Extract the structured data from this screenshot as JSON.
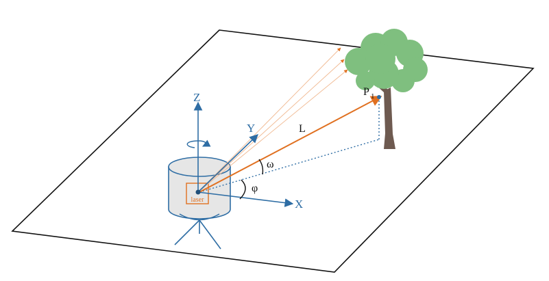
{
  "axes": {
    "z": "Z",
    "y": "Y",
    "x": "X"
  },
  "labels": {
    "distance": "L",
    "point": "P",
    "point_sub": "1",
    "elevation_angle": "ω",
    "azimuth_angle": "φ",
    "laser": "laser"
  },
  "colors": {
    "axis": "#2e6da4",
    "beam": "#e07020",
    "beam_faint": "#f0b890",
    "scanner_fill": "#e6e6e6",
    "foliage": "#7fbf7f",
    "trunk": "#6e5a50",
    "ground_line": "#111111"
  }
}
